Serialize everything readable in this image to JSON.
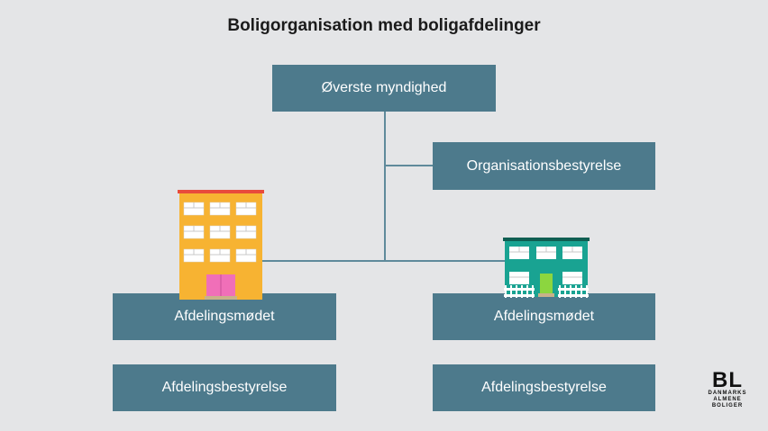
{
  "title": "Boligorganisation med boligafdelinger",
  "nodes": {
    "top": "Øverste myndighed",
    "board": "Organisationsbestyrelse",
    "left_meeting": "Afdelingsmødet",
    "right_meeting": "Afdelingsmødet",
    "left_board": "Afdelingsbestyrelse",
    "right_board": "Afdelingsbestyrelse"
  },
  "icons": {
    "left_building": "apartment-building-icon",
    "right_building": "house-icon"
  },
  "colors": {
    "box": "#4d7a8c",
    "background": "#e4e5e7",
    "apartment": "#f7b332",
    "house": "#19a392"
  },
  "logo": {
    "main": "BL",
    "line1": "DANMARKS",
    "line2": "ALMENE",
    "line3": "BOLIGER"
  }
}
